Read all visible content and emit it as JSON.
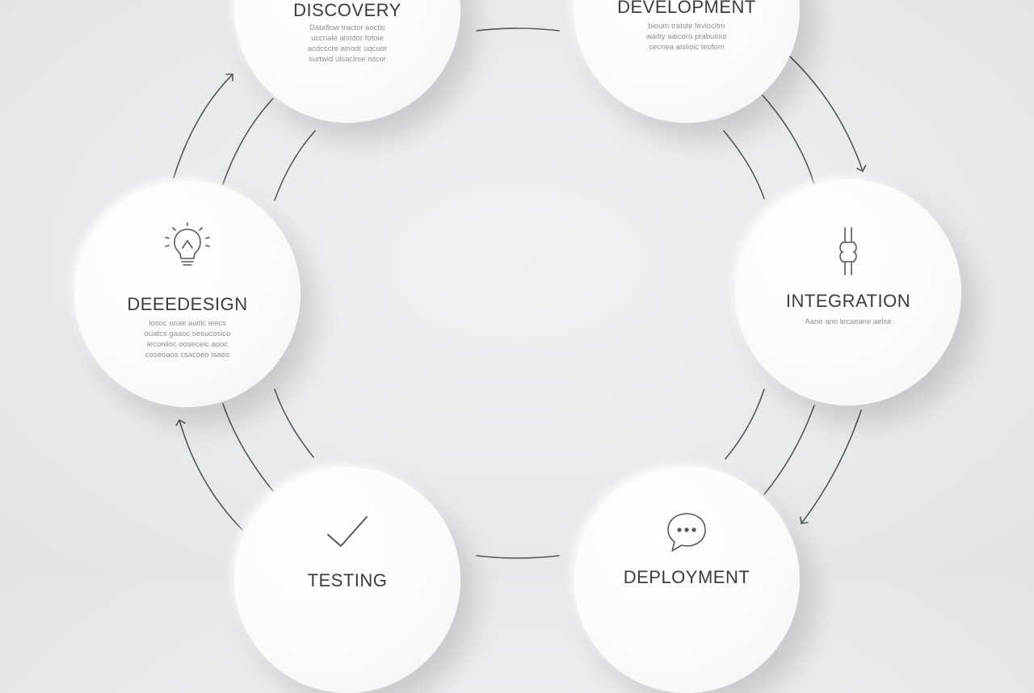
{
  "stages": {
    "discovery": {
      "title": "DISCOVERY",
      "desc": "Dataflow tractor aoctic\nuccnale alstdor fotoie\nacdcccre wnodr uqcuor\nsurtwid ulsaclrse istcor"
    },
    "development": {
      "title": "DEVELOPMENT",
      "desc": "bioum tratste feviocitm\nwaitiy aaicoro prabuiour\ncecnea aislioic teofom"
    },
    "integration": {
      "title": "INTEGRATION",
      "desc": "Aane ano lecaeane aelse"
    },
    "deployment": {
      "title": "DEPLOYMENT",
      "desc": ""
    },
    "testing": {
      "title": "TESTING",
      "desc": ""
    },
    "design": {
      "title": "DEEEDESIGN",
      "desc": "Iosoc ooae auitic ieecs\nouatcs gaaoc oesucosico\nleconiioc ooseceic aooc\ncoseoaos csacoeo isaeo"
    }
  },
  "icons": {
    "design": "lightbulb-icon",
    "integration": "connector-icon",
    "deployment": "chat-bubble-icon",
    "testing": "checkmark-icon"
  },
  "colors": {
    "background": "#e9eaec",
    "node": "#fbfbfc",
    "stroke": "#55585d",
    "title": "#3a3c40",
    "desc": "#8d9096"
  }
}
